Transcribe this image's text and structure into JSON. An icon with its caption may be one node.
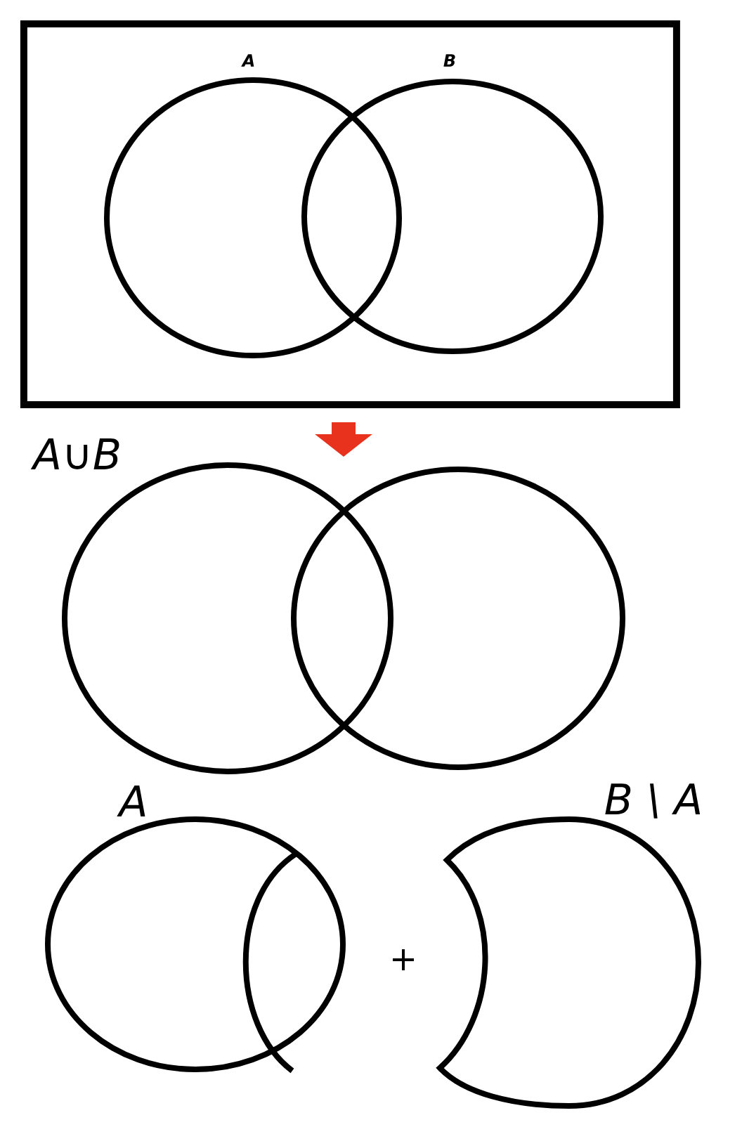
{
  "diagram": {
    "nodes": [
      {
        "text": [],
        "shape": "box"
      },
      {
        "text": [
          "A"
        ],
        "in": 0
      },
      {
        "text": [
          "B"
        ],
        "in": 0
      },
      {
        "text": [
          "A∪B"
        ]
      },
      {
        "text": [
          "A"
        ]
      },
      {
        "text": [
          "B \\ A"
        ]
      }
    ],
    "edges": [
      {
        "from": 0,
        "to": 3,
        "arrow": "to",
        "color": "#e8321e"
      }
    ],
    "labels": [
      "+"
    ]
  }
}
